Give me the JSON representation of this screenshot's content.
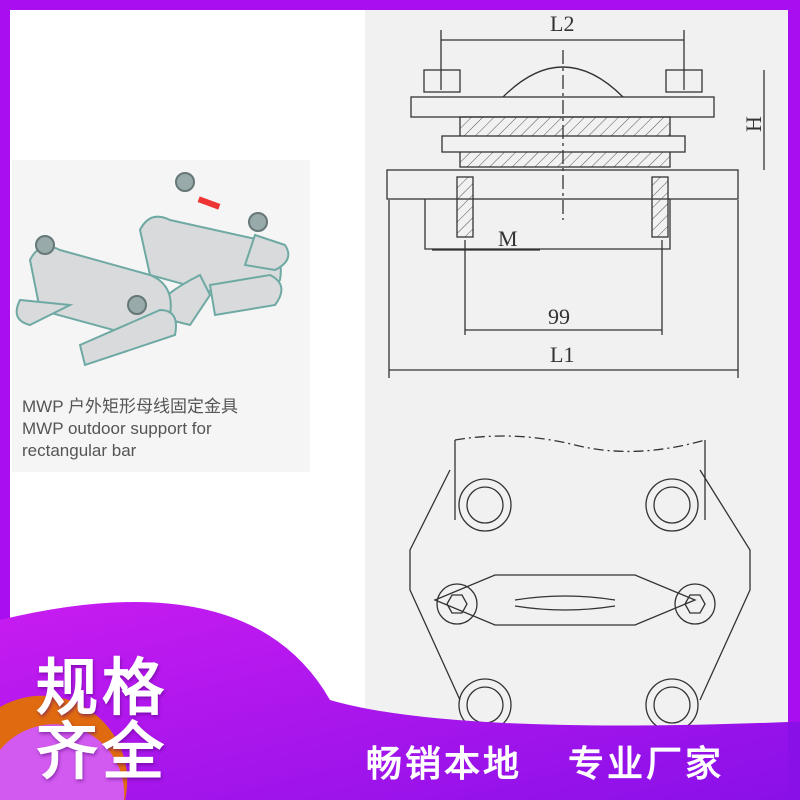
{
  "product": {
    "caption_cn": "MWP 户外矩形母线固定金具",
    "caption_en_line1": "MWP outdoor support for",
    "caption_en_line2": "rectangular bar"
  },
  "drawing": {
    "dim_L2": "L2",
    "dim_H": "H",
    "dim_M": "M",
    "dim_99": "99",
    "dim_L1": "L1"
  },
  "banner": {
    "headline_line1": "规格",
    "headline_line2": "齐全",
    "slogan_left": "畅销本地",
    "slogan_right": "专业厂家"
  },
  "colors": {
    "frame": "#a80ff0",
    "accent": "#e06a10"
  }
}
